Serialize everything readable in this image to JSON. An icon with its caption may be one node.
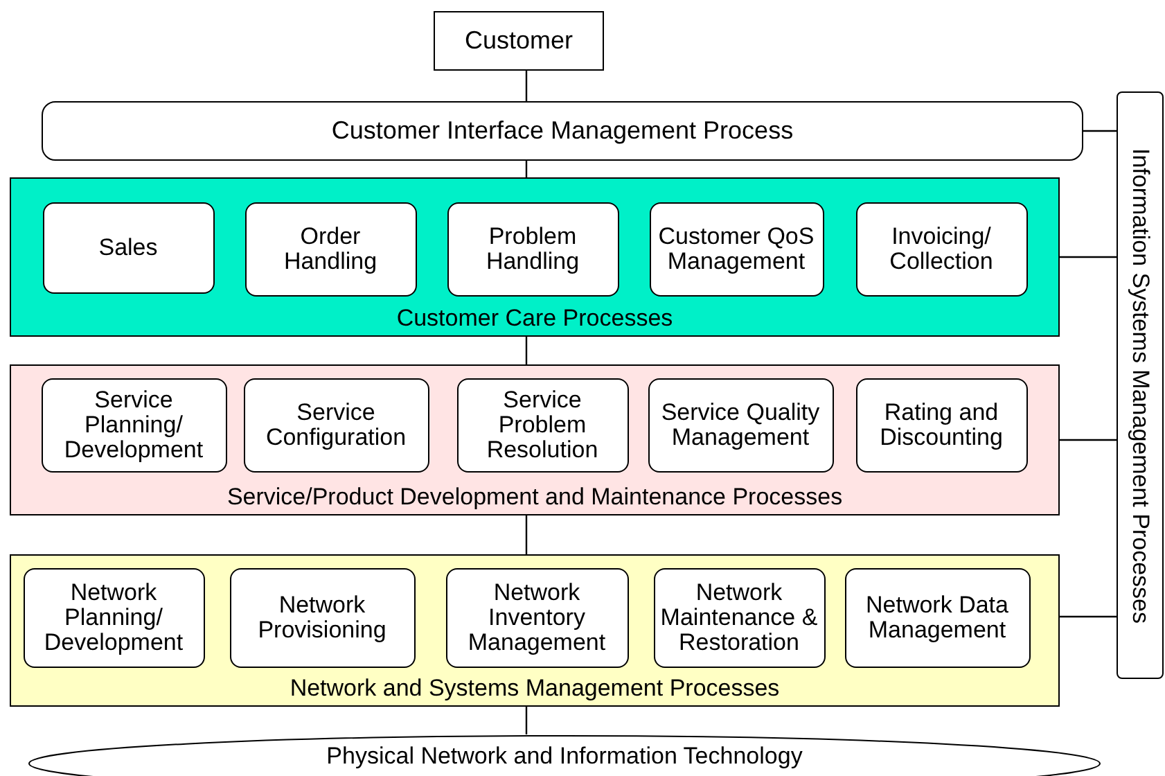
{
  "diagram": {
    "nodes": [
      {
        "text": [
          "Customer"
        ]
      },
      {
        "text": [
          "Customer Interface Management Process"
        ]
      },
      {
        "text": [
          "Customer Care Processes"
        ]
      },
      {
        "text": [
          "Sales"
        ],
        "in": 2
      },
      {
        "text": [
          "Order Handling"
        ],
        "in": 2
      },
      {
        "text": [
          "Problem Handling"
        ],
        "in": 2
      },
      {
        "text": [
          "Customer QoS Management"
        ],
        "in": 2
      },
      {
        "text": [
          "Invoicing/ Collection"
        ],
        "in": 2
      },
      {
        "text": [
          "Service/Product Development and Maintenance Processes"
        ]
      },
      {
        "text": [
          "Service Planning/ Development"
        ],
        "in": 8
      },
      {
        "text": [
          "Service Configuration"
        ],
        "in": 8
      },
      {
        "text": [
          "Service Problem Resolution"
        ],
        "in": 8
      },
      {
        "text": [
          "Service Quality Management"
        ],
        "in": 8
      },
      {
        "text": [
          "Rating and Discounting"
        ],
        "in": 8
      },
      {
        "text": [
          "Network and Systems Management Processes"
        ]
      },
      {
        "text": [
          "Network Planning/ Development"
        ],
        "in": 14
      },
      {
        "text": [
          "Network Provisioning"
        ],
        "in": 14
      },
      {
        "text": [
          "Network Inventory Management"
        ],
        "in": 14
      },
      {
        "text": [
          "Network Maintenance & Restoration"
        ],
        "in": 14
      },
      {
        "text": [
          "Network Data Management"
        ],
        "in": 14
      },
      {
        "text": [
          "Physical Network and Information Technology"
        ]
      },
      {
        "text": [
          "Information Systems Management Processes"
        ]
      }
    ],
    "edges": [
      {
        "from": 0,
        "to": 1,
        "arrow": "none"
      },
      {
        "from": 1,
        "to": 2,
        "arrow": "none"
      },
      {
        "from": 2,
        "to": 8,
        "arrow": "none"
      },
      {
        "from": 8,
        "to": 14,
        "arrow": "none"
      },
      {
        "from": 14,
        "to": 20,
        "arrow": "none"
      },
      {
        "from": 1,
        "to": 21,
        "arrow": "none"
      },
      {
        "from": 2,
        "to": 21,
        "arrow": "none"
      },
      {
        "from": 8,
        "to": 21,
        "arrow": "none"
      },
      {
        "from": 14,
        "to": 21,
        "arrow": "none"
      }
    ]
  }
}
